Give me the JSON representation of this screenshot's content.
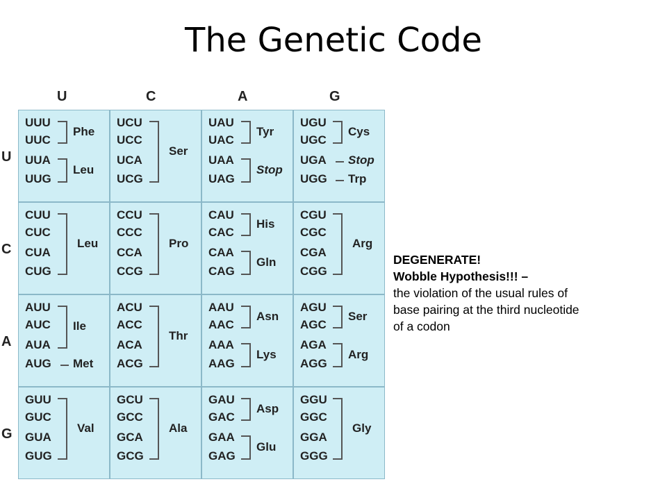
{
  "title": "The Genetic Code",
  "table": {
    "col_headers": [
      "U",
      "C",
      "A",
      "G"
    ],
    "row_headers": [
      "U",
      "C",
      "A",
      "G"
    ],
    "blocks": [
      [
        {
          "codons": [
            "UUU",
            "UUC",
            "UUA",
            "UUG"
          ],
          "groups": [
            {
              "range": [
                0,
                1
              ],
              "label": "Phe"
            },
            {
              "range": [
                2,
                3
              ],
              "label": "Leu"
            }
          ]
        },
        {
          "codons": [
            "UCU",
            "UCC",
            "UCA",
            "UCG"
          ],
          "groups": [
            {
              "range": [
                0,
                3
              ],
              "label": "Ser"
            }
          ]
        },
        {
          "codons": [
            "UAU",
            "UAC",
            "UAA",
            "UAG"
          ],
          "groups": [
            {
              "range": [
                0,
                1
              ],
              "label": "Tyr"
            },
            {
              "range": [
                2,
                3
              ],
              "label": "Stop",
              "stop": true
            }
          ]
        },
        {
          "codons": [
            "UGU",
            "UGC",
            "UGA",
            "UGG"
          ],
          "groups": [
            {
              "range": [
                0,
                1
              ],
              "label": "Cys"
            },
            {
              "range": [
                2,
                2
              ],
              "label": "Stop",
              "stop": true
            },
            {
              "range": [
                3,
                3
              ],
              "label": "Trp"
            }
          ]
        }
      ],
      [
        {
          "codons": [
            "CUU",
            "CUC",
            "CUA",
            "CUG"
          ],
          "groups": [
            {
              "range": [
                0,
                3
              ],
              "label": "Leu"
            }
          ]
        },
        {
          "codons": [
            "CCU",
            "CCC",
            "CCA",
            "CCG"
          ],
          "groups": [
            {
              "range": [
                0,
                3
              ],
              "label": "Pro"
            }
          ]
        },
        {
          "codons": [
            "CAU",
            "CAC",
            "CAA",
            "CAG"
          ],
          "groups": [
            {
              "range": [
                0,
                1
              ],
              "label": "His"
            },
            {
              "range": [
                2,
                3
              ],
              "label": "Gln"
            }
          ]
        },
        {
          "codons": [
            "CGU",
            "CGC",
            "CGA",
            "CGG"
          ],
          "groups": [
            {
              "range": [
                0,
                3
              ],
              "label": "Arg"
            }
          ]
        }
      ],
      [
        {
          "codons": [
            "AUU",
            "AUC",
            "AUA",
            "AUG"
          ],
          "groups": [
            {
              "range": [
                0,
                2
              ],
              "label": "Ile"
            },
            {
              "range": [
                3,
                3
              ],
              "label": "Met"
            }
          ]
        },
        {
          "codons": [
            "ACU",
            "ACC",
            "ACA",
            "ACG"
          ],
          "groups": [
            {
              "range": [
                0,
                3
              ],
              "label": "Thr"
            }
          ]
        },
        {
          "codons": [
            "AAU",
            "AAC",
            "AAA",
            "AAG"
          ],
          "groups": [
            {
              "range": [
                0,
                1
              ],
              "label": "Asn"
            },
            {
              "range": [
                2,
                3
              ],
              "label": "Lys"
            }
          ]
        },
        {
          "codons": [
            "AGU",
            "AGC",
            "AGA",
            "AGG"
          ],
          "groups": [
            {
              "range": [
                0,
                1
              ],
              "label": "Ser"
            },
            {
              "range": [
                2,
                3
              ],
              "label": "Arg"
            }
          ]
        }
      ],
      [
        {
          "codons": [
            "GUU",
            "GUC",
            "GUA",
            "GUG"
          ],
          "groups": [
            {
              "range": [
                0,
                3
              ],
              "label": "Val"
            }
          ]
        },
        {
          "codons": [
            "GCU",
            "GCC",
            "GCA",
            "GCG"
          ],
          "groups": [
            {
              "range": [
                0,
                3
              ],
              "label": "Ala"
            }
          ]
        },
        {
          "codons": [
            "GAU",
            "GAC",
            "GAA",
            "GAG"
          ],
          "groups": [
            {
              "range": [
                0,
                1
              ],
              "label": "Asp"
            },
            {
              "range": [
                2,
                3
              ],
              "label": "Glu"
            }
          ]
        },
        {
          "codons": [
            "GGU",
            "GGC",
            "GGA",
            "GGG"
          ],
          "groups": [
            {
              "range": [
                0,
                3
              ],
              "label": "Gly"
            }
          ]
        }
      ]
    ]
  },
  "note": {
    "line1": "DEGENERATE!",
    "line2": "Wobble Hypothesis!!! –",
    "line3": " the violation of the usual rules of",
    "line4": "base pairing at the third nucleotide",
    "line5": "of a codon"
  },
  "colors": {
    "cell_fill": "#cfeef5",
    "cell_border": "#8bb8c8"
  }
}
